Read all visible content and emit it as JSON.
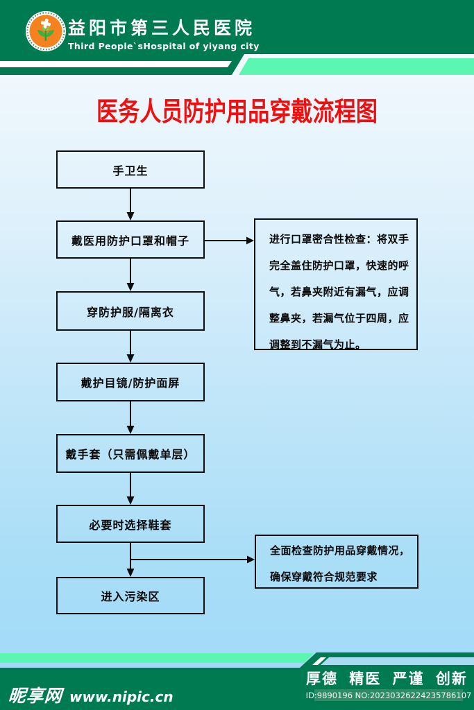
{
  "header": {
    "hospital_name_cn": "益阳市第三人民医院",
    "hospital_name_en": "Third People`sHospital of yiyang city"
  },
  "title": "医务人员防护用品穿戴流程图",
  "flow": {
    "steps": [
      {
        "label": "手卫生"
      },
      {
        "label": "戴医用防护口罩和帽子"
      },
      {
        "label": "穿防护服/隔离衣"
      },
      {
        "label": "戴护目镜/防护面屏"
      },
      {
        "label": "戴手套（只需佩戴单层）"
      },
      {
        "label": "必要时选择鞋套"
      },
      {
        "label": "进入污染区"
      }
    ],
    "notes": [
      {
        "full_text": "进行口罩密合性检查：将双手完全盖住防护口罩，快速的呼气，若鼻夹附近有漏气，应调整鼻夹，若漏气位于四周，应调整到不漏气为止。",
        "lines": [
          "进行口罩密合性检查：将双手",
          "完全盖住防护口罩，快速的呼",
          "气，若鼻夹附近有漏气，应调",
          "整鼻夹，若漏气位于四周，应",
          "调整到不漏气为止。"
        ]
      },
      {
        "full_text": "全面检查防护用品穿戴情况，确保穿戴符合规范要求",
        "lines": [
          "全面检查防护用品穿戴情况，",
          "确保穿戴符合规范要求"
        ]
      }
    ]
  },
  "footer": {
    "motto": "厚德 精医 严谨 创新",
    "id_label": "ID:9890196 NO:20230326224235786107",
    "watermark_site": "昵享网",
    "watermark_url": "www.nipic.cn"
  },
  "icons": {
    "logo": "hospital-logo-cross-and-sprout"
  },
  "colors": {
    "brand_green": "#007a50",
    "mint_stripe": "#5cf6b3",
    "sky_stripe": "#a9dcf3",
    "title_red": "#ef0f0f",
    "logo_orange": "#f5821f",
    "leaf_green": "#3cb043",
    "id_badge_green": "#2e8b67",
    "line_black": "#0d0d0d"
  }
}
